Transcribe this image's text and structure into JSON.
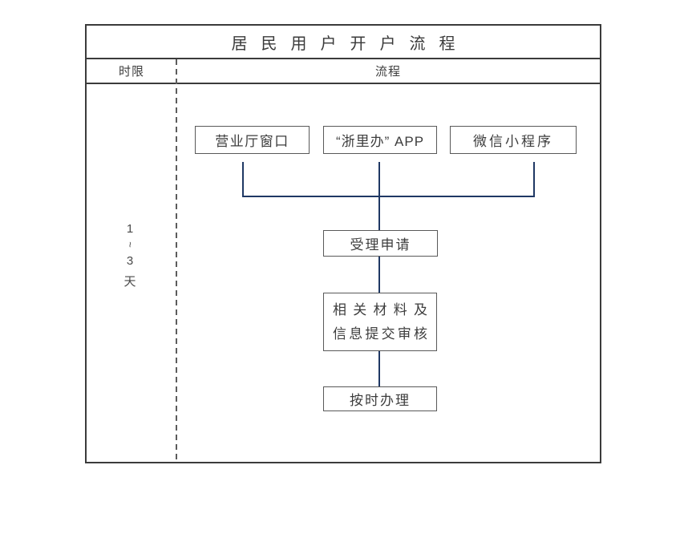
{
  "title": "居民用户开户流程",
  "columns": {
    "time": "时限",
    "process": "流程"
  },
  "time_limit": {
    "parts": [
      "1",
      "~",
      "3",
      "天"
    ]
  },
  "flow": {
    "channels": [
      {
        "label": "营业厅窗口"
      },
      {
        "label": "“浙里办” APP"
      },
      {
        "label": "微信小程序"
      }
    ],
    "steps": [
      {
        "label": "受理申请"
      },
      {
        "lines": [
          "相关材料及",
          "信息提交审核"
        ]
      },
      {
        "label": "按时办理"
      }
    ]
  },
  "colors": {
    "connector": "#1f3864",
    "box_border": "#595959",
    "frame_border": "#3b3b3b",
    "text": "#3d3d3d"
  }
}
